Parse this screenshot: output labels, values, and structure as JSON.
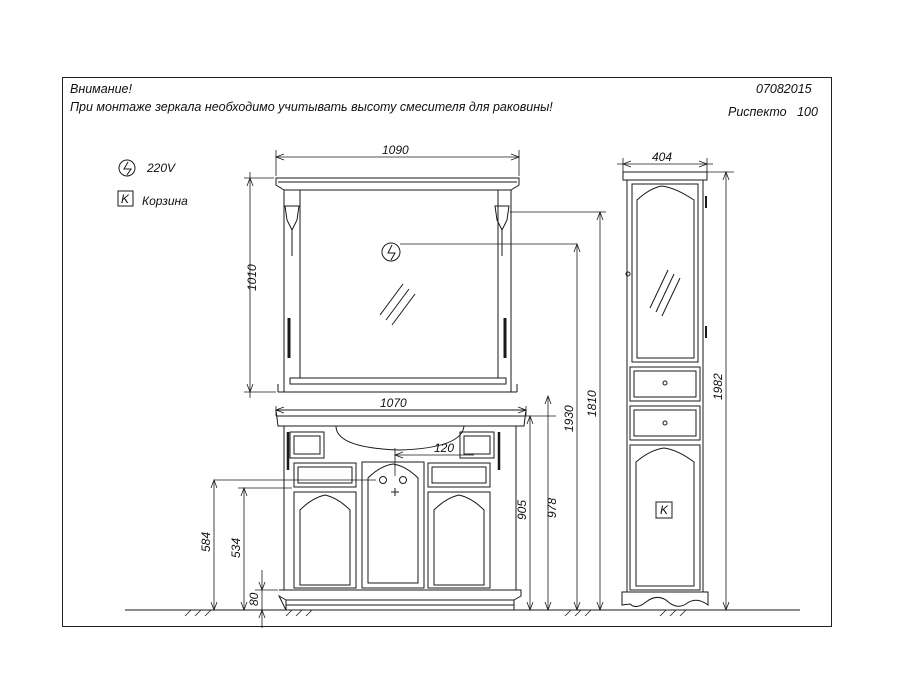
{
  "header": {
    "warning_title": "Внимание!",
    "warning_text": "При монтаже зеркала необходимо учитывать высоту смесителя для раковины!",
    "doc_code": "07082015",
    "model_name": "Риспекто",
    "model_size": "100"
  },
  "legend": {
    "power_label": "220V",
    "basket_symbol": "K",
    "basket_label": "Корзина"
  },
  "dimensions": {
    "mirror_width": "1090",
    "mirror_height": "1010",
    "vanity_width": "1070",
    "faucet_offset": "120",
    "h_584": "584",
    "h_534": "534",
    "h_80": "80",
    "h_905": "905",
    "h_978": "978",
    "h_1930": "1930",
    "h_1810": "1810",
    "column_width": "404",
    "column_height": "1982"
  },
  "colors": {
    "line": "#1a1a1a",
    "background": "#ffffff"
  }
}
